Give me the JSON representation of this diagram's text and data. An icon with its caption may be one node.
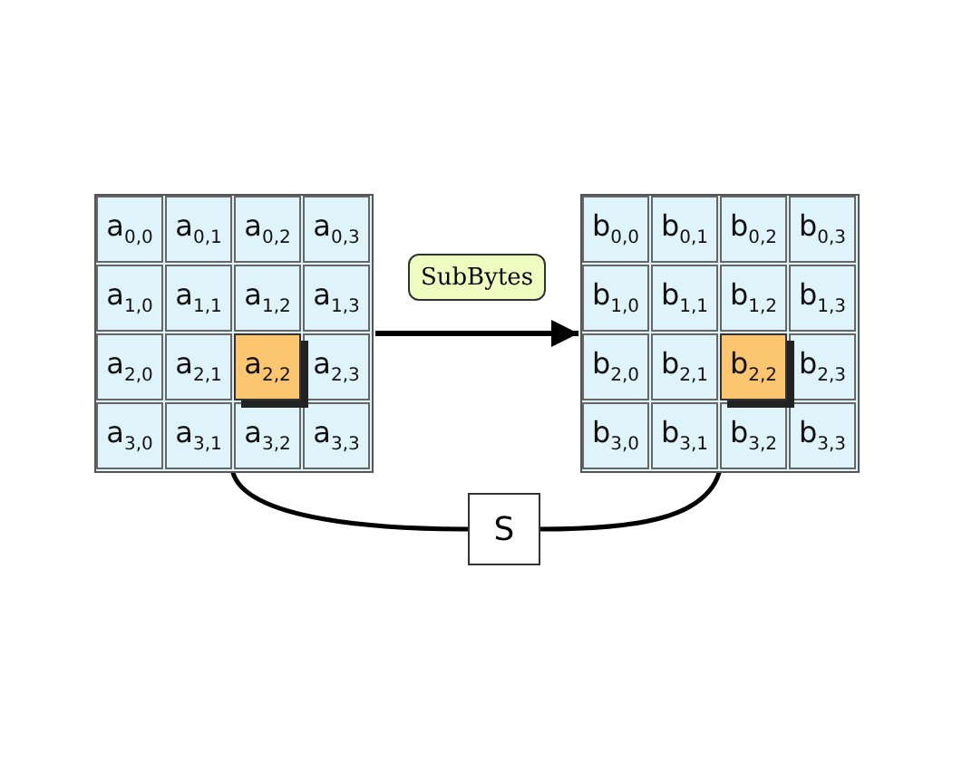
{
  "diagram": {
    "nodes": [
      {
        "text": [],
        "shape": "box"
      },
      {
        "text": [
          "a$_{0,0}$"
        ],
        "in": 0
      },
      {
        "text": [
          "a$_{0,1}$"
        ],
        "in": 0
      },
      {
        "text": [
          "a$_{0,2}$"
        ],
        "in": 0
      },
      {
        "text": [
          "a$_{0,3}$"
        ],
        "in": 0
      },
      {
        "text": [
          "a$_{1,0}$"
        ],
        "in": 0
      },
      {
        "text": [
          "a$_{1,1}$"
        ],
        "in": 0
      },
      {
        "text": [
          "a$_{1,2}$"
        ],
        "in": 0
      },
      {
        "text": [
          "a$_{1,3}$"
        ],
        "in": 0
      },
      {
        "text": [
          "a$_{2,0}$"
        ],
        "in": 0
      },
      {
        "text": [
          "a$_{2,1}$"
        ],
        "in": 0
      },
      {
        "text": [
          "a$_{2,2}$"
        ],
        "in": 0
      },
      {
        "text": [
          "a$_{2,3}$"
        ],
        "in": 0
      },
      {
        "text": [
          "a$_{3,0}$"
        ],
        "in": 0
      },
      {
        "text": [
          "a$_{3,1}$"
        ],
        "in": 0
      },
      {
        "text": [
          "a$_{3,2}$"
        ],
        "in": 0
      },
      {
        "text": [
          "a$_{3,3}$"
        ],
        "in": 0
      },
      {
        "text": [],
        "shape": "box"
      },
      {
        "text": [
          "b$_{0,0}$"
        ],
        "in": 17
      },
      {
        "text": [
          "b$_{0,1}$"
        ],
        "in": 17
      },
      {
        "text": [
          "b$_{0,2}$"
        ],
        "in": 17
      },
      {
        "text": [
          "b$_{0,3}$"
        ],
        "in": 17
      },
      {
        "text": [
          "b$_{1,0}$"
        ],
        "in": 17
      },
      {
        "text": [
          "b$_{1,1}$"
        ],
        "in": 17
      },
      {
        "text": [
          "b$_{1,2}$"
        ],
        "in": 17
      },
      {
        "text": [
          "b$_{1,3}$"
        ],
        "in": 17
      },
      {
        "text": [
          "b$_{2,0}$"
        ],
        "in": 17
      },
      {
        "text": [
          "b$_{2,1}$"
        ],
        "in": 17
      },
      {
        "text": [
          "b$_{2,2}$"
        ],
        "in": 17
      },
      {
        "text": [
          "b$_{2,3}$"
        ],
        "in": 17
      },
      {
        "text": [
          "b$_{3,0}$"
        ],
        "in": 17
      },
      {
        "text": [
          "b$_{3,1}$"
        ],
        "in": 17
      },
      {
        "text": [
          "b$_{3,2}$"
        ],
        "in": 17
      },
      {
        "text": [
          "b$_{3,3}$"
        ],
        "in": 17
      },
      {
        "text": [
          "SubBytes"
        ]
      },
      {
        "text": [
          "S"
        ]
      }
    ],
    "edges": [
      {
        "from": 0,
        "to": 17,
        "arrow": "to"
      },
      {
        "from": 11,
        "to": 35,
        "arrow": "none"
      },
      {
        "from": 35,
        "to": 28,
        "arrow": "to"
      }
    ]
  }
}
